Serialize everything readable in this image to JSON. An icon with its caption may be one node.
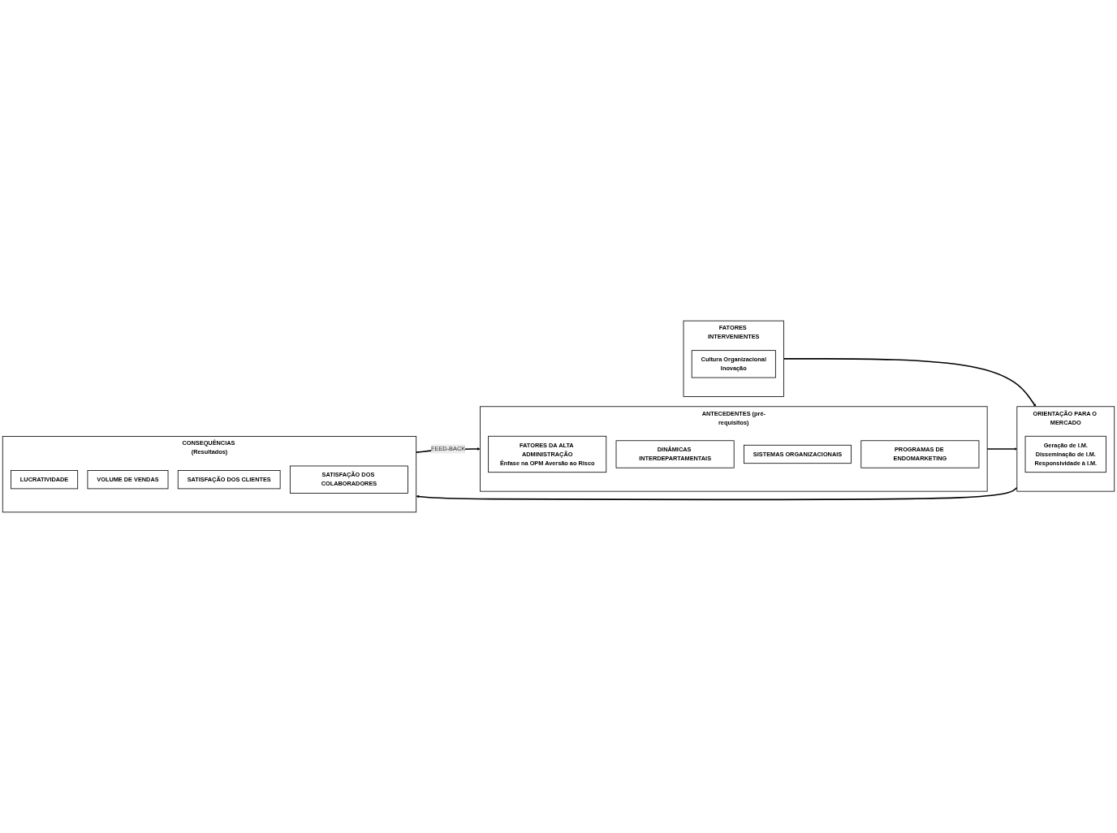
{
  "diagram": {
    "nodes": [
      {
        "text": [
          "ANTECEDENTES (pré-requisitos)"
        ]
      },
      {
        "text": [
          "FATORES DA ALTA ADMINISTRAÇÃO",
          "Ênfase na OPM Aversão ao Risco"
        ],
        "in": 0
      },
      {
        "text": [
          "DINÂMICAS INTERDEPARTAMENTAIS"
        ],
        "in": 0
      },
      {
        "text": [
          "SISTEMAS ORGANIZACIONAIS"
        ],
        "in": 0
      },
      {
        "text": [
          "PROGRAMAS DE ENDOMARKETING"
        ],
        "in": 0
      },
      {
        "text": [
          "FATORES INTERVENIENTES"
        ]
      },
      {
        "text": [
          "Cultura Organizacional",
          "Inovação"
        ],
        "in": 5
      },
      {
        "text": [
          "ORIENTAÇÃO PARA O MERCADO"
        ]
      },
      {
        "text": [
          "Geração de I.M.",
          "Disseminação de I.M.",
          "Responsividade à I.M."
        ],
        "in": 7
      },
      {
        "text": [
          "CONSEQUÊNCIAS (Resultados)"
        ]
      },
      {
        "text": [
          "LUCRATIVIDADE"
        ],
        "in": 9
      },
      {
        "text": [
          "VOLUME DE VENDAS"
        ],
        "in": 9
      },
      {
        "text": [
          "SATISFAÇÃO DOS CLIENTES"
        ],
        "in": 9
      },
      {
        "text": [
          "SATISFAÇÃO DOS COLABORADORES"
        ],
        "in": 9
      }
    ],
    "edges": [
      {
        "from": 5,
        "to": 7,
        "arrow": "to"
      },
      {
        "from": 0,
        "to": 7,
        "arrow": "to"
      },
      {
        "from": 7,
        "to": 9,
        "arrow": "to"
      },
      {
        "from": 9,
        "to": 0,
        "arrow": "to",
        "label": "FEED-BACK"
      }
    ]
  }
}
